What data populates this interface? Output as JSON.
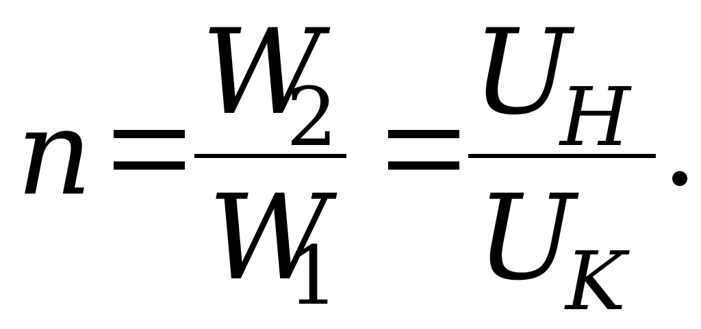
{
  "formula": {
    "lhs": "n",
    "equals": "=",
    "fraction1": {
      "numerator": {
        "symbol": "W",
        "subscript": "2"
      },
      "denominator": {
        "symbol": "W",
        "subscript": "1"
      }
    },
    "fraction2": {
      "numerator": {
        "symbol": "U",
        "subscript": "H"
      },
      "denominator": {
        "symbol": "U",
        "subscript": "K"
      }
    },
    "terminator": "."
  }
}
